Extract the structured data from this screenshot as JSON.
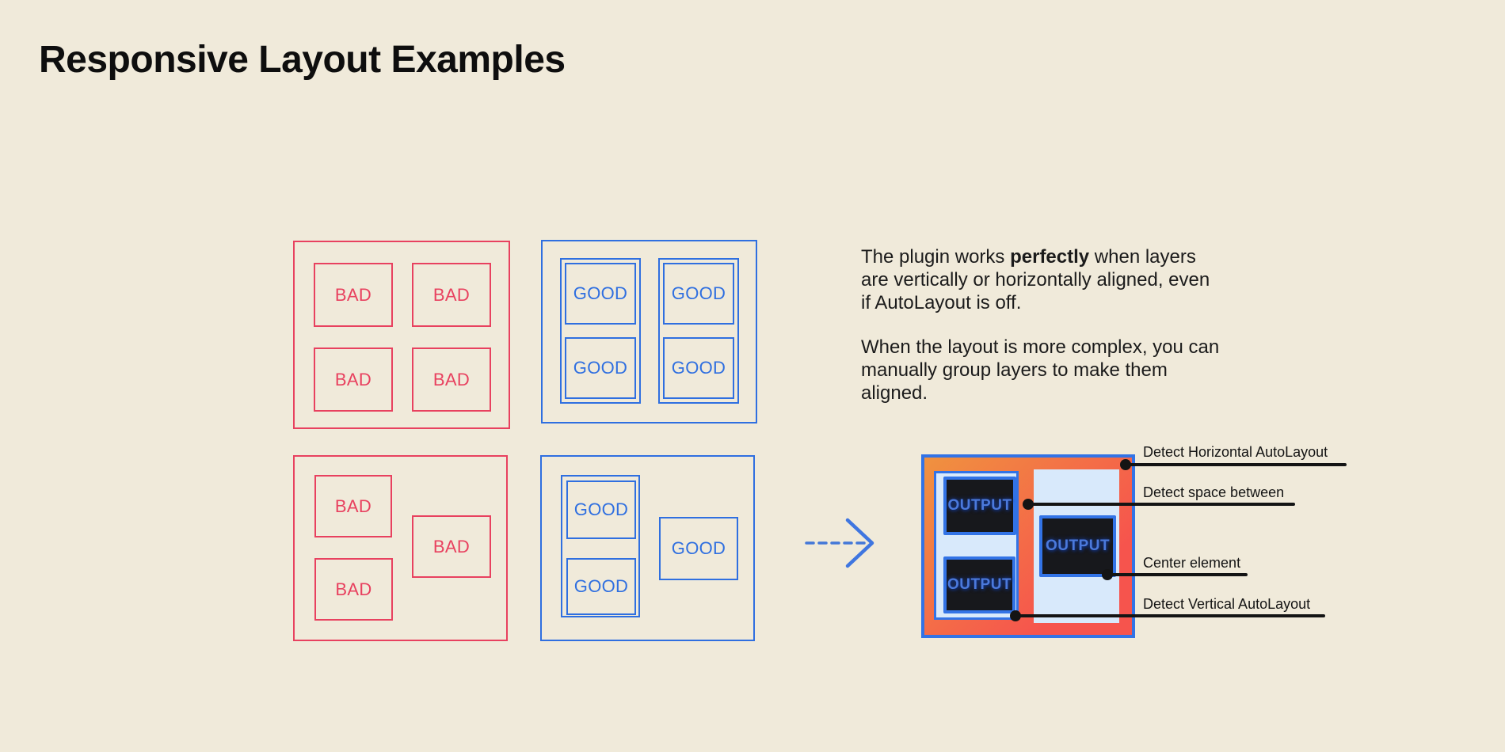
{
  "title": "Responsive Layout Examples",
  "labels": {
    "bad": "BAD",
    "good": "GOOD",
    "output": "OUTPUT"
  },
  "description": {
    "p1_before": "The plugin works ",
    "p1_bold": "perfectly",
    "p1_after": " when layers are vertically or horizontally aligned, even if AutoLayout is off.",
    "p2": "When the layout is more complex, you can manually group layers to make them aligned."
  },
  "annotations": [
    {
      "label": "Detect Horizontal AutoLayout"
    },
    {
      "label": "Detect space between"
    },
    {
      "label": "Center element"
    },
    {
      "label": "Detect Vertical AutoLayout"
    }
  ],
  "icons": {
    "arrow": "dashed-arrow-right"
  },
  "colors": {
    "background": "#F0EADA",
    "red": "#E8415F",
    "blue": "#2F6FE0",
    "blue_bright": "#3273E6",
    "ink": "#141414",
    "text": "#1B1B1B",
    "light_blue": "#D8E9FB",
    "dark": "#17181C",
    "orange": "#F0923F",
    "coral": "#F6544D",
    "output_text": "#4B79DC"
  }
}
